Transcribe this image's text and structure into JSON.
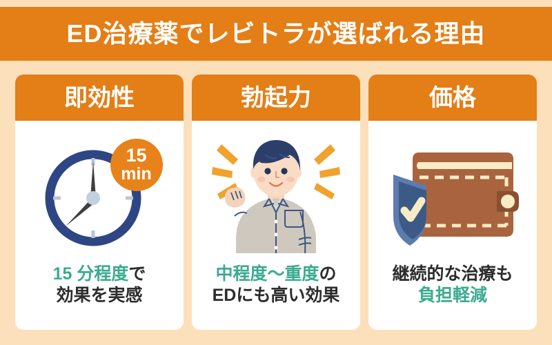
{
  "header": {
    "title": "ED治療薬でレビトラが選ばれる理由",
    "bar_color": "#e47e16",
    "text_color": "#ffffff"
  },
  "page": {
    "background_color": "#fce0bb",
    "highlight_color": "#3bab90",
    "body_text_color": "#2c2c2c"
  },
  "cards": [
    {
      "id": "sokkousei",
      "header_label": "即効性",
      "icon": "clock-icon",
      "badge": {
        "number": "15",
        "unit": "min",
        "color": "#e8821a"
      },
      "caption": {
        "line1_highlight": "15 分程度",
        "line1_rest": "で",
        "line2_plain": "効果を実感",
        "line2_highlight": ""
      }
    },
    {
      "id": "bokkiryoku",
      "header_label": "勃起力",
      "icon": "smiling-man-icon",
      "caption": {
        "line1_highlight": "中程度〜重度",
        "line1_rest": "の",
        "line2_plain": "EDにも高い効果",
        "line2_highlight": ""
      }
    },
    {
      "id": "kakaku",
      "header_label": "価格",
      "icon": "wallet-shield-icon",
      "caption": {
        "line1_highlight": "",
        "line1_rest": "継続的な治療も",
        "line2_plain": "",
        "line2_highlight": "負担軽減"
      }
    }
  ]
}
